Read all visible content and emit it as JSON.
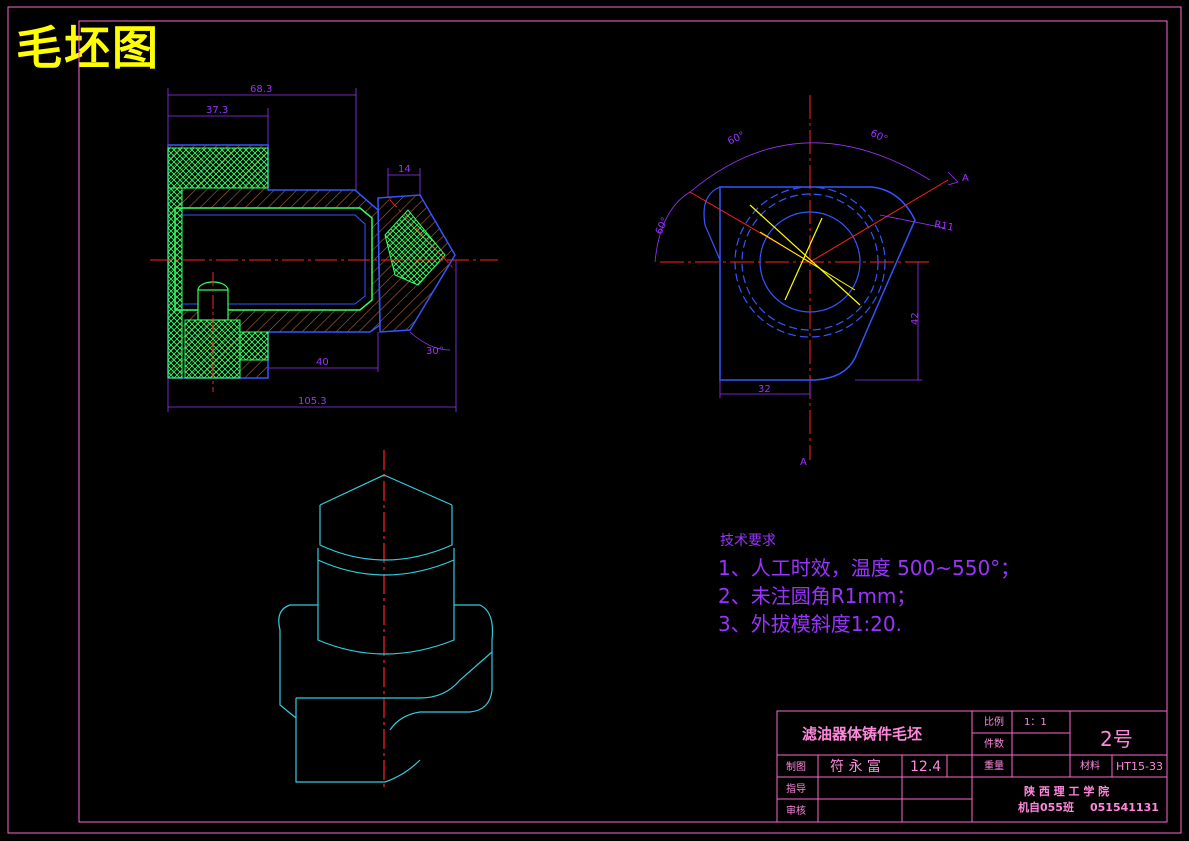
{
  "drawing": {
    "big_title": "毛坯图",
    "dims": {
      "d683": "68.3",
      "d373": "37.3",
      "d14": "14",
      "d40": "40",
      "d1053": "105.3",
      "d30": "30°",
      "d60a": "60°",
      "d60b": "60°",
      "d60c": "60°",
      "dA": "A",
      "dR11": "R11",
      "d42": "42",
      "d32": "32",
      "dAx": "A"
    },
    "tech": {
      "heading": "技术要求",
      "line1": "1、人工时效，温度 500~550°；",
      "line2": "2、未注圆角R1mm；",
      "line3": "3、外拔模斜度1:20."
    },
    "titleblock": {
      "part_name": "滤油器体铸件毛坯",
      "scale_label": "比例",
      "scale_value": "1：1",
      "qty_label": "件数",
      "sheet_no": "2号",
      "draw_label": "制图",
      "drawer": "符 永 富",
      "date": "12.4",
      "weight_label": "重量",
      "material_label": "材料",
      "material": "HT15-33",
      "guide_label": "指导",
      "review_label": "审核",
      "school": "陕 西 理 工 学 院",
      "class_info": "机自055班",
      "student_id": "051541131"
    }
  },
  "colors": {
    "frame": "#ff66cc",
    "dim": "#9933ff",
    "outline": "#3355ff",
    "hatch": "#cc8844",
    "core": "#33ff66",
    "center": "#ff2222",
    "view3d": "#33ccdd",
    "title": "#ffff00",
    "tb_text": "#ff88dd"
  }
}
